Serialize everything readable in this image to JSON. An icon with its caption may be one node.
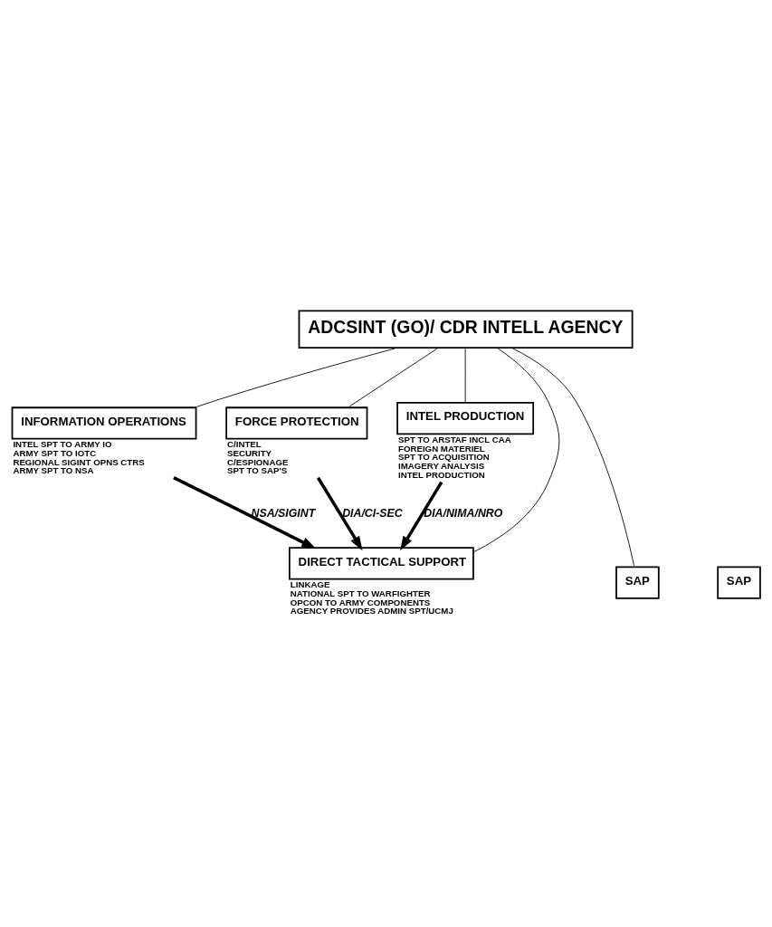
{
  "diagram": {
    "nodes": [
      {
        "text": [
          "ADCSINT (GO)/ CDR INTELL AGENCY"
        ]
      },
      {
        "text": [
          "INFORMATION OPERATIONS"
        ],
        "beside": [
          "INTEL SPT TO ARMY IO",
          "ARMY SPT TO IOTC",
          "REGIONAL SIGINT OPNS CTRS",
          "ARMY SPT TO NSA"
        ]
      },
      {
        "text": [
          "FORCE PROTECTION"
        ],
        "beside": [
          "C/INTEL",
          "SECURITY",
          "C/ESPIONAGE",
          "SPT TO SAP'S"
        ]
      },
      {
        "text": [
          "INTEL PRODUCTION"
        ],
        "beside": [
          "SPT TO ARSTAF INCL CAA",
          "FOREIGN MATERIEL",
          "SPT TO ACQUISITION",
          "IMAGERY ANALYSIS",
          "INTEL PRODUCTION"
        ]
      },
      {
        "text": [
          "DIRECT TACTICAL SUPPORT"
        ],
        "beside": [
          "LINKAGE",
          "NATIONAL SPT TO WARFIGHTER",
          "OPCON TO ARMY COMPONENTS",
          "AGENCY PROVIDES ADMIN SPT/UCMJ"
        ]
      },
      {
        "text": [
          "SAP"
        ]
      },
      {
        "text": [
          "SAP"
        ]
      }
    ],
    "edges": [
      {
        "from": 0,
        "to": 1,
        "arrow": "none"
      },
      {
        "from": 0,
        "to": 2,
        "arrow": "none"
      },
      {
        "from": 0,
        "to": 3,
        "arrow": "none"
      },
      {
        "from": 0,
        "to": 4,
        "arrow": "none"
      },
      {
        "from": 0,
        "to": 5,
        "arrow": "none"
      },
      {
        "from": 1,
        "to": 4,
        "arrow": "to",
        "label": "NSA/SIGINT",
        "style": "thick"
      },
      {
        "from": 2,
        "to": 4,
        "arrow": "to",
        "label": "DIA/CI-SEC",
        "style": "thick"
      },
      {
        "from": 3,
        "to": 4,
        "arrow": "to",
        "label": "DIA/NIMA/NRO",
        "style": "thick"
      }
    ]
  }
}
